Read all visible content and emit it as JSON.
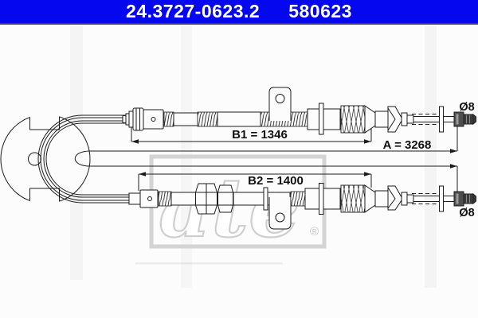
{
  "header": {
    "part_number": "24.3727-0623.2",
    "catalog_number": "580623"
  },
  "drawing": {
    "dimension_b1": {
      "label": "B1 = 1346",
      "value_mm": 1346
    },
    "dimension_a": {
      "label": "A = 3268",
      "value_mm": 3268
    },
    "dimension_b2": {
      "label": "B2 = 1400",
      "value_mm": 1400
    },
    "diameter_top": "Ø8",
    "diameter_bottom": "Ø8"
  },
  "watermark": {
    "brand": "ate",
    "registered_mark": "®"
  },
  "colors": {
    "header_blue": "#0507ee",
    "line_black": "#1c1c1c",
    "watermark_gray": "#d2d2d2",
    "background": "#fcfcfc"
  }
}
